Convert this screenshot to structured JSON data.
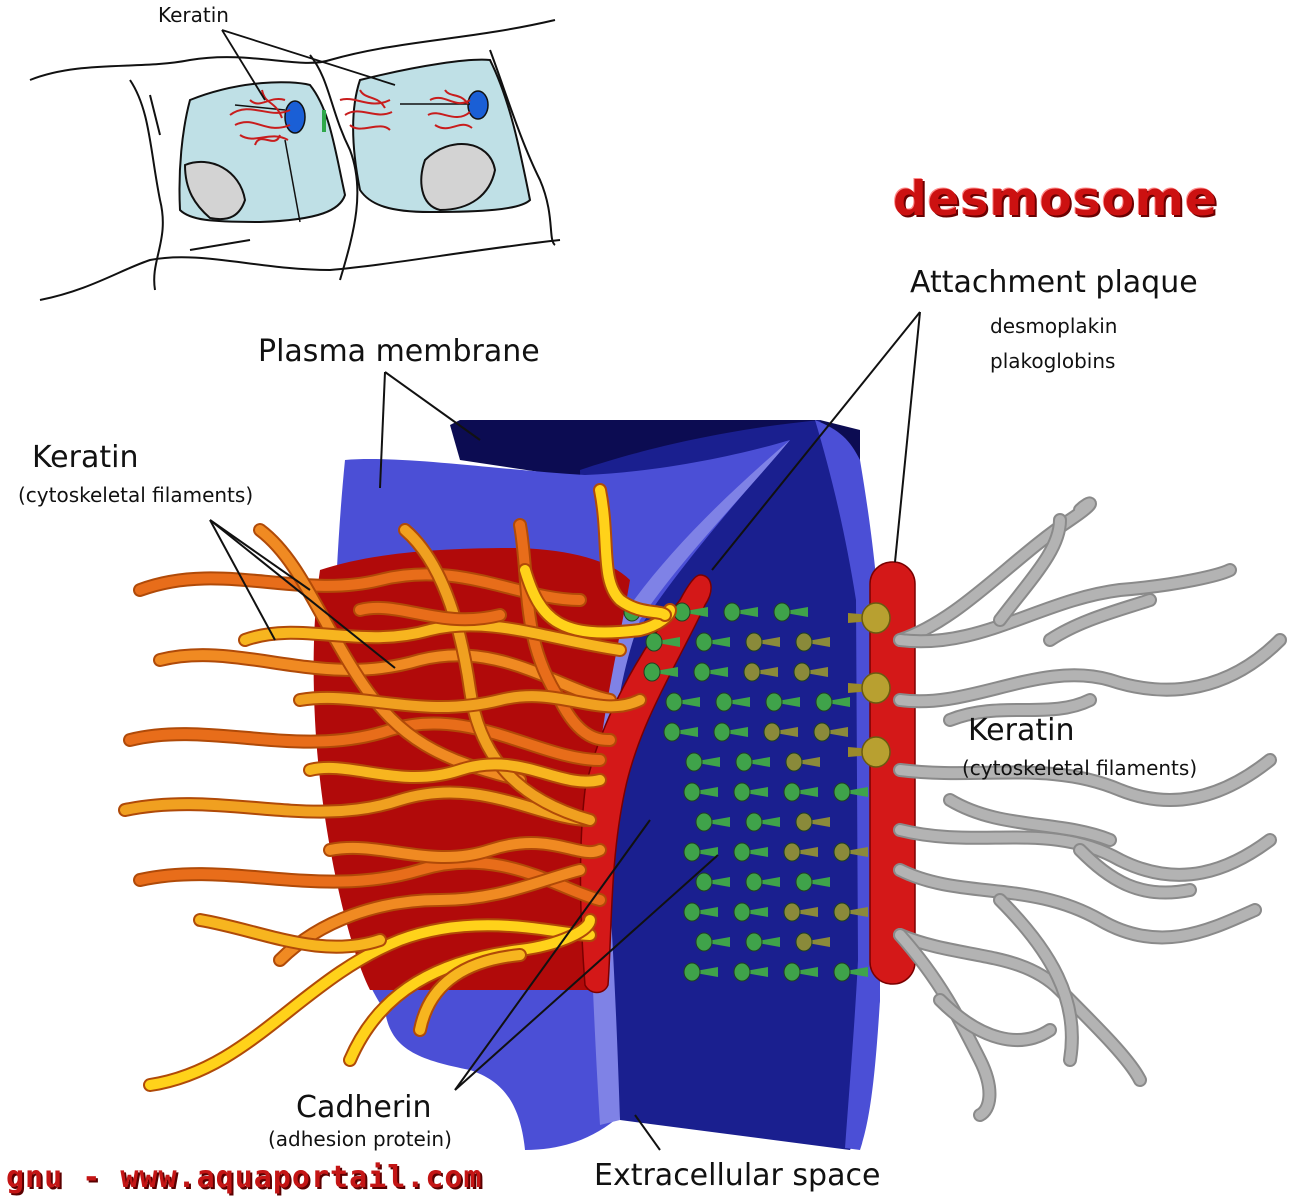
{
  "title": "desmosome",
  "labels": {
    "keratin_top": "Keratin",
    "plasma_membrane": "Plasma membrane",
    "attachment_plaque": "Attachment plaque",
    "desmoplakin": "desmoplakin",
    "plakoglobins": "plakoglobins",
    "keratin_left": "Keratin",
    "keratin_left_sub": "(cytoskeletal filaments)",
    "keratin_right": "Keratin",
    "keratin_right_sub": "(cytoskeletal filaments)",
    "cadherin": "Cadherin",
    "cadherin_sub": "(adhesion protein)",
    "extracellular": "Extracellular space"
  },
  "footer": "gnu - www.aquaportail.com",
  "colors": {
    "title": "#cc1111",
    "membrane": "#4b4fd6",
    "extracellular": "#1a1f8f",
    "plaque": "#c81010",
    "cadherin_green": "#3fa34a",
    "cadherin_olive": "#8a8a3a",
    "keratin_orange": "#f0a020",
    "keratin_gray": "#a8a8a8",
    "cell_blue": "#bfe0e6"
  }
}
